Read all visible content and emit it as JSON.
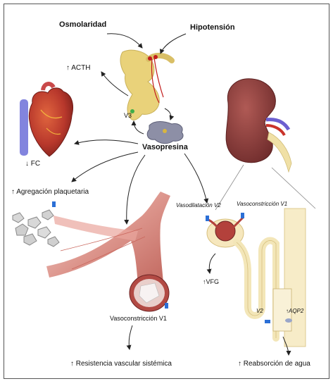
{
  "labels": {
    "osmolaridad": "Osmolaridad",
    "hipotension": "Hipotensión",
    "acth": "↑ ACTH",
    "v3": "V3",
    "vasopresina": "Vasopresina",
    "fc": "↓ FC",
    "agregacion": "↑ Agregación plaquetaria",
    "vasodilatacion_v2": "Vasodilatación V2",
    "vasoconstriccion_v1_renal": "Vasoconstricción V1",
    "vfg": "↑VFG",
    "v2": "V2",
    "aqp2": "↑AQP2",
    "vasoconstriccion_v1": "Vasoconstricción V1",
    "resistencia": "↑ Resistencia vascular sistémica",
    "reabsorcion": "↑ Reabsorción de agua"
  },
  "colors": {
    "pituitary": "#e9d27a",
    "heart": "#b8382c",
    "kidney": "#8a3c3a",
    "vessel": "#c9726a",
    "tubule": "#f3e6b8",
    "receptor": "#2b6fd6",
    "arrow": "#222222"
  }
}
